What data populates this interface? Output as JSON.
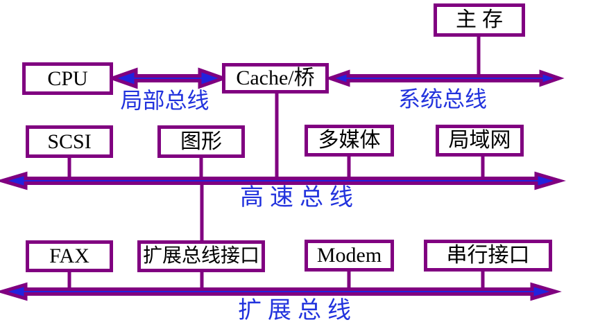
{
  "diagram": {
    "nodes": {
      "main_memory": "主存",
      "cpu": "CPU",
      "cache_bridge": "Cache/桥",
      "scsi": "SCSI",
      "graphics": "图形",
      "multimedia": "多媒体",
      "lan": "局域网",
      "fax": "FAX",
      "expansion_interface": "扩展总线接口",
      "modem": "Modem",
      "serial_port": "串行接口"
    },
    "bus_labels": {
      "local_bus": "局部总线",
      "system_bus": "系统总线",
      "highspeed_bus": "高速总线",
      "expansion_bus": "扩展总线"
    },
    "colors": {
      "box_border": "#800080",
      "bus_fill": "#2222dd",
      "bus_outline": "#800080",
      "bus_label": "#2233dd",
      "box_text": "#000000",
      "bg": "#ffffff"
    }
  }
}
